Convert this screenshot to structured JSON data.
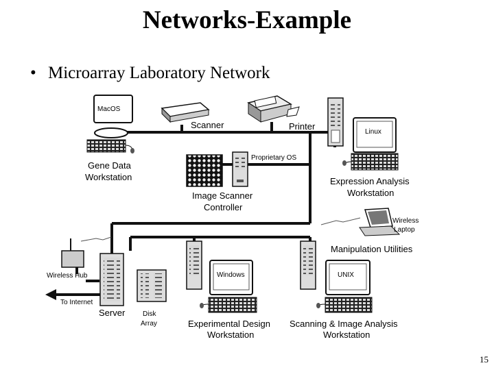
{
  "slide": {
    "title": "Networks-Example",
    "bullet": "Microarray Laboratory Network",
    "page_number": "15"
  },
  "diagram": {
    "labels": {
      "macos": "MacOS",
      "scanner": "Scanner",
      "printer": "Printer",
      "linux": "Linux",
      "gene_data_1": "Gene Data",
      "gene_data_2": "Workstation",
      "proprietary_os": "Proprietary OS",
      "image_scanner_1": "Image Scanner",
      "image_scanner_2": "Controller",
      "expression_1": "Expression Analysis",
      "expression_2": "Workstation",
      "wireless_laptop_1": "Wireless",
      "wireless_laptop_2": "Laptop",
      "manipulation": "Manipulation Utilities",
      "wireless_hub": "Wireless Hub",
      "to_internet": "To Internet",
      "server": "Server",
      "disk_1": "Disk",
      "disk_2": "Array",
      "windows": "Windows",
      "unix": "UNIX",
      "experimental_1": "Experimental Design",
      "experimental_2": "Workstation",
      "scanning_1": "Scanning & Image Analysis",
      "scanning_2": "Workstation"
    }
  }
}
